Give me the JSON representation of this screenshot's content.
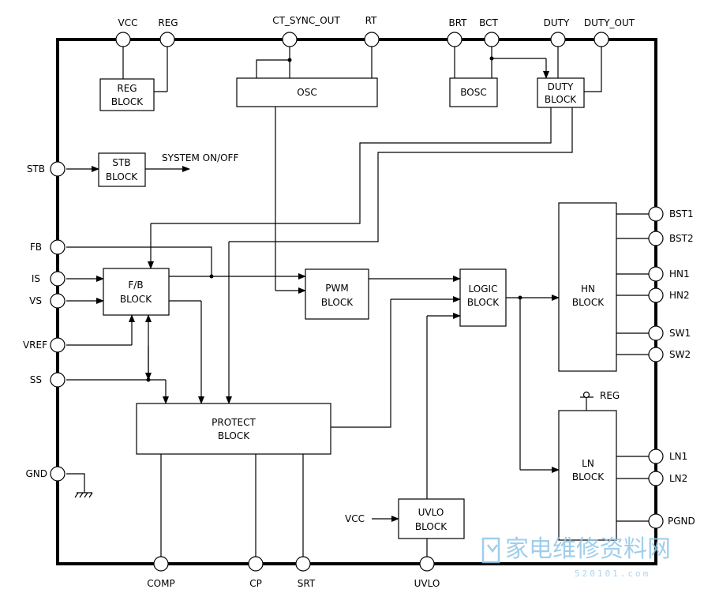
{
  "pins": {
    "vcc": "VCC",
    "reg": "REG",
    "ct_sync_out": "CT_SYNC_OUT",
    "rt": "RT",
    "brt": "BRT",
    "bct": "BCT",
    "duty": "DUTY",
    "duty_out": "DUTY_OUT",
    "stb": "STB",
    "fb": "FB",
    "is": "IS",
    "vs": "VS",
    "vref": "VREF",
    "ss": "SS",
    "gnd": "GND",
    "comp": "COMP",
    "cp": "CP",
    "srt": "SRT",
    "uvlo": "UVLO",
    "bst1": "BST1",
    "bst2": "BST2",
    "hn1": "HN1",
    "hn2": "HN2",
    "sw1": "SW1",
    "sw2": "SW2",
    "ln1": "LN1",
    "ln2": "LN2",
    "pgnd": "PGND"
  },
  "blocks": {
    "reg": [
      "REG",
      "BLOCK"
    ],
    "osc": [
      "OSC"
    ],
    "bosc": [
      "BOSC"
    ],
    "duty": [
      "DUTY",
      "BLOCK"
    ],
    "stb": [
      "STB",
      "BLOCK"
    ],
    "fb": [
      "F/B",
      "BLOCK"
    ],
    "pwm": [
      "PWM",
      "BLOCK"
    ],
    "logic": [
      "LOGIC",
      "BLOCK"
    ],
    "hn": [
      "HN",
      "BLOCK"
    ],
    "protect": [
      "PROTECT",
      "BLOCK"
    ],
    "ln": [
      "LN",
      "BLOCK"
    ],
    "uvlo": [
      "UVLO",
      "BLOCK"
    ]
  },
  "notes": {
    "system_onoff": "SYSTEM  ON/OFF",
    "uvlo_vcc_input": "VCC",
    "ln_reg_tap": "REG"
  },
  "watermark": {
    "chinese": "家电维修资料网",
    "url": "520101.com"
  }
}
